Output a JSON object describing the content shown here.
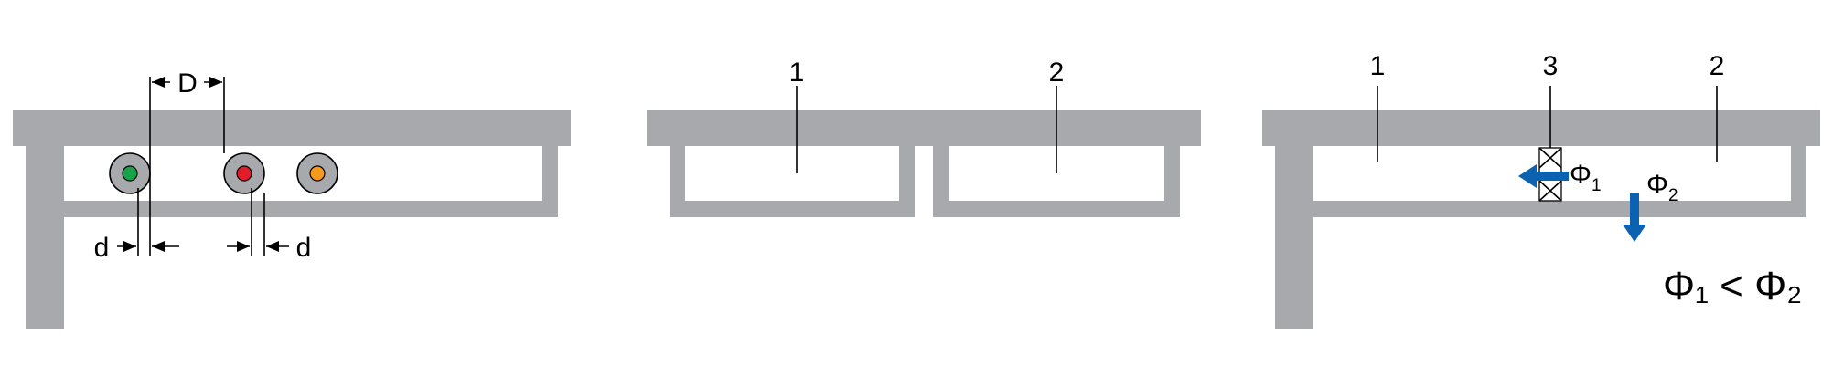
{
  "panel_a": {
    "spacing_label": "D",
    "diameter_label_left": "d",
    "diameter_label_right": "d",
    "cable_core_colors": {
      "green": "#16a34a",
      "red": "#e11d2a",
      "orange": "#f59a1b"
    },
    "sheath_color": "#a8a9ad",
    "structure_color": "#a8a9ad"
  },
  "panel_b": {
    "label_1": "1",
    "label_2": "2"
  },
  "panel_c": {
    "label_1": "1",
    "label_2": "2",
    "label_3": "3",
    "flux_1_symbol": "Φ",
    "flux_1_sub": "1",
    "flux_2_symbol": "Φ",
    "flux_2_sub": "2",
    "relation": "Φ₁ < Φ₂",
    "arrow_color": "#0a62b0",
    "component_3_icon": "cross-box-icon"
  }
}
